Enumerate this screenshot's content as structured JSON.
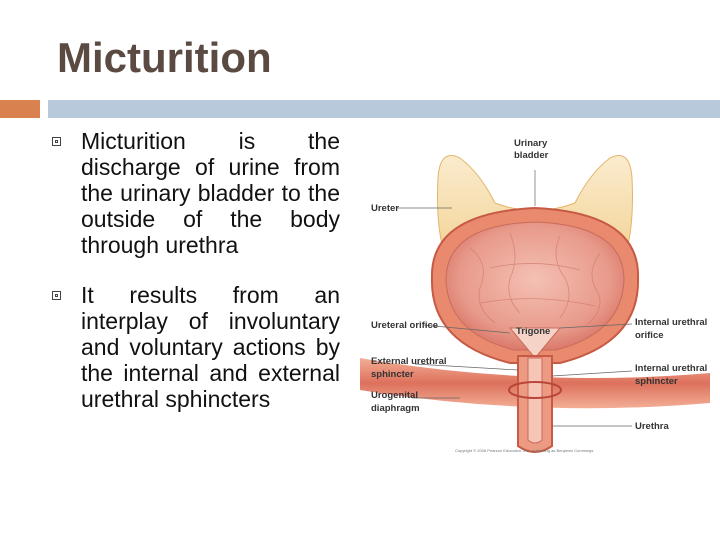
{
  "slide": {
    "title": "Micturition",
    "accent_colors": {
      "orange": "#d9814f",
      "blue": "#b7c9db",
      "title": "#5a4a42"
    },
    "bullets": [
      {
        "icon": "square-bullet-icon",
        "text": "Micturition is the discharge of urine from the urinary bladder to the outside of the body through urethra"
      },
      {
        "icon": "square-bullet-icon",
        "text": "It results from an interplay of involuntary and voluntary actions by the internal and external urethral sphincters"
      }
    ]
  },
  "figure": {
    "labels": {
      "urinary_bladder_1": "Urinary",
      "urinary_bladder_2": "bladder",
      "ureter": "Ureter",
      "ureteral_orifice": "Ureteral orifice",
      "trigone": "Trigone",
      "internal_sphincter_orifice_1": "Internal urethral",
      "internal_sphincter_orifice_2": "orifice",
      "external_sphincter_1": "External urethral",
      "external_sphincter_2": "sphincter",
      "internal_sphincter_1": "Internal urethral",
      "internal_sphincter_2": "sphincter",
      "urogenital_1": "Urogenital",
      "urogenital_2": "diaphragm",
      "urethra": "Urethra"
    },
    "caption": "Copyright © 2008 Pearson Education, Inc., publishing as Benjamin Cummings"
  }
}
